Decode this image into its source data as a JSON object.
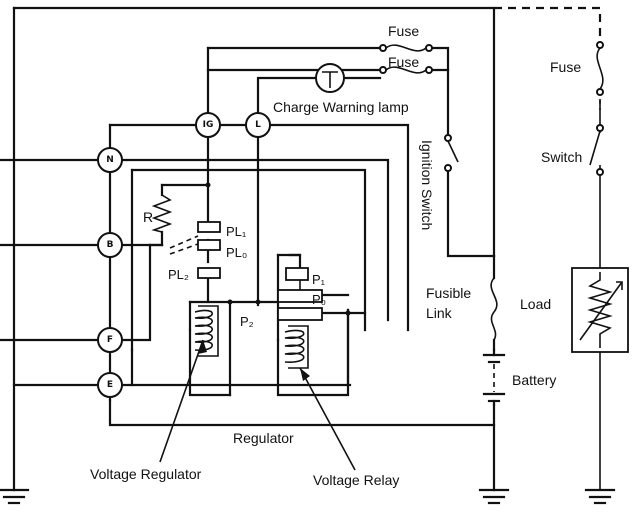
{
  "labels": {
    "fuse_top": "Fuse",
    "fuse_second": "Fuse",
    "fuse_right": "Fuse",
    "charge_warning_lamp": "Charge Warning lamp",
    "ignition_switch": "Ignition Switch",
    "switch": "Switch",
    "fusible_link_1": "Fusible",
    "fusible_link_2": "Link",
    "load": "Load",
    "battery": "Battery",
    "regulator": "Regulator",
    "voltage_regulator": "Voltage Regulator",
    "voltage_relay": "Voltage Relay",
    "resistor": "R",
    "pl1": "PL₁",
    "pl0": "PL₀",
    "pl2": "PL₂",
    "p1": "P₁",
    "p0": "P₀",
    "p2": "P₂"
  },
  "terminals": {
    "ig": "IG",
    "l": "L",
    "n": "N",
    "b": "B",
    "f": "F",
    "e": "E"
  }
}
